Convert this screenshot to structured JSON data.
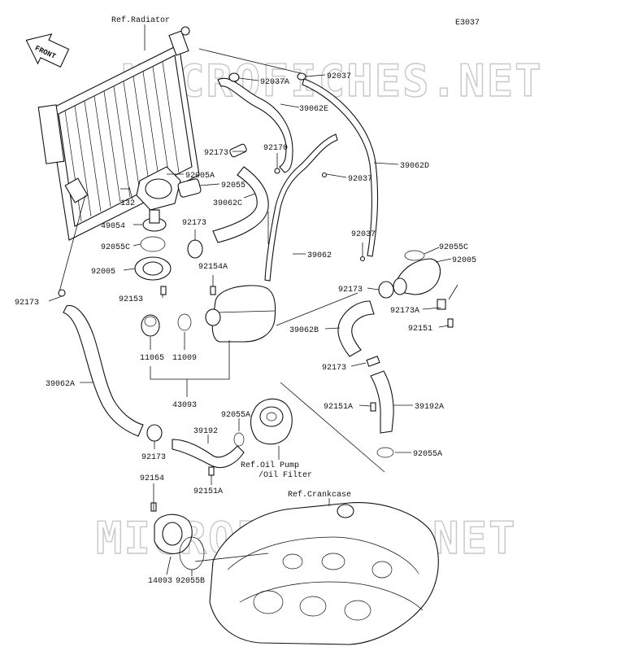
{
  "diagram_code": "E3037",
  "front_label": "FRONT",
  "watermarks": [
    "MICROFICHES.NET",
    "MICROFICHES.NET"
  ],
  "refs": {
    "radiator": "Ref.Radiator",
    "oil_pump_line1": "Ref.Oil Pump",
    "oil_pump_line2": "/Oil Filter",
    "crankcase": "Ref.Crankcase"
  },
  "parts": {
    "p92037A": "92037A",
    "p92037_top": "92037",
    "p39062E": "39062E",
    "p92173_a": "92173",
    "p92170": "92170",
    "p92037_mid": "92037",
    "p39062D": "39062D",
    "p92005A": "92005A",
    "p92055": "92055",
    "p132": "132",
    "p39062C": "39062C",
    "p49054": "49054",
    "p92173_b": "92173",
    "p92037_low": "92037",
    "p92055C_l": "92055C",
    "p92055C_r": "92055C",
    "p92005_r": "92005",
    "p39062": "39062",
    "p92005_l": "92005",
    "p92154A": "92154A",
    "p92173_c": "92173",
    "p92153": "92153",
    "p92173_left": "92173",
    "p92173A": "92173A",
    "p92151": "92151",
    "p39062B": "39062B",
    "p11065": "11065",
    "p11009": "11009",
    "p92173_d": "92173",
    "p39062A": "39062A",
    "p43093": "43093",
    "p92151A_r": "92151A",
    "p39192A": "39192A",
    "p92055A_top": "92055A",
    "p39192": "39192",
    "p92055A_r": "92055A",
    "p92173_e": "92173",
    "p92151A_b": "92151A",
    "p92154": "92154",
    "p14093": "14093",
    "p92055B": "92055B"
  },
  "colors": {
    "ink": "#111111",
    "watermark": "#c8c8c8",
    "background": "#ffffff"
  }
}
